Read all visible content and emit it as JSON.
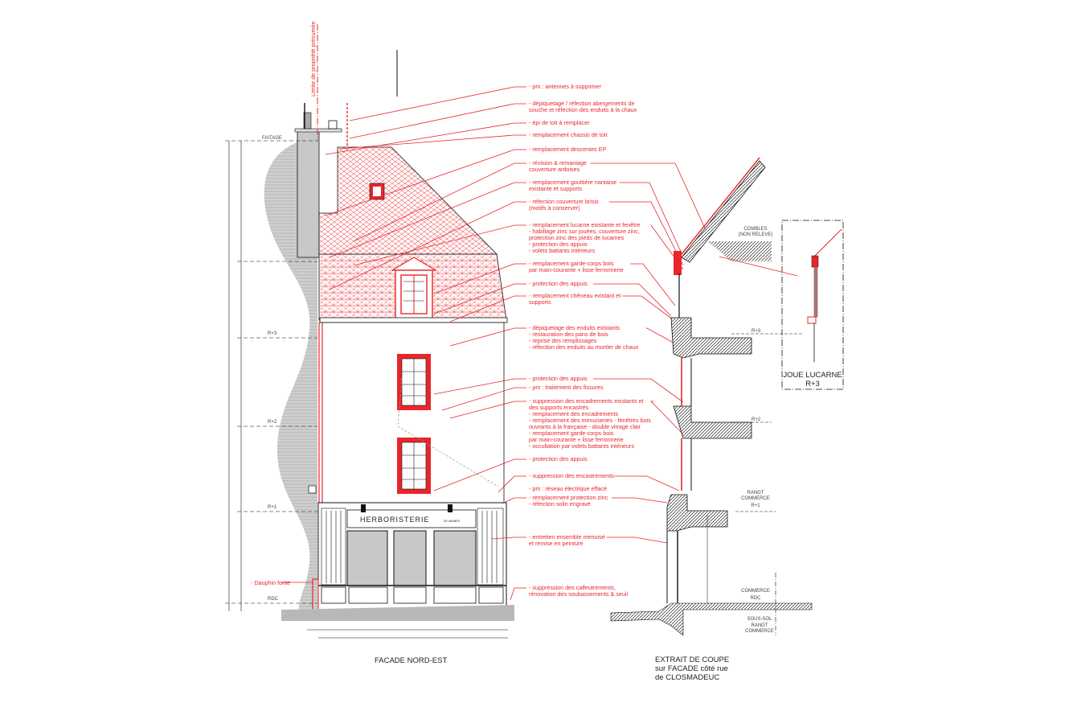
{
  "colors": {
    "accent": "#e8262b",
    "wall_gray": "#c8c8c8",
    "line": "#111111"
  },
  "elevation": {
    "title": "FACADE NORD-EST",
    "property_limit": "Limite de propriété présumée",
    "shop_sign": "HERBORISTERIE",
    "shop_sign_small": "DE VANNES",
    "dauphin": "- Dauphin fonte",
    "levels": {
      "ridge": "FAITAGE",
      "r3": "R+3",
      "r2": "R+2",
      "r1": "R+1",
      "rdc": "RDC"
    }
  },
  "annotations": [
    {
      "lines": [
        "- pm : antennes à supprimer"
      ]
    },
    {
      "lines": [
        "- dépiquetage / réfection abergements de",
        "souche et réfection des enduits à la chaux"
      ]
    },
    {
      "lines": [
        "- épi de toit à remplacer"
      ]
    },
    {
      "lines": [
        "- remplacement chassis de toit"
      ]
    },
    {
      "lines": [
        "- remplacement descentes EP"
      ]
    },
    {
      "lines": [
        "- révision & remaniage",
        "couverture ardoises"
      ]
    },
    {
      "lines": [
        "- remplacement gouttière nantaise",
        "existante et supports"
      ]
    },
    {
      "lines": [
        "- réfection couverture brisis",
        "(motifs à conserver)"
      ]
    },
    {
      "lines": [
        "- remplacement lucarne existante et fenêtre",
        "- habillage zinc sur jouées, couverture zinc,",
        "protection zinc des pieds de lucarnes",
        "- protection des appuis",
        "- volets battants intérieurs"
      ]
    },
    {
      "lines": [
        "- remplacement garde-corps bois",
        "par main-courante + lisse ferronnerie"
      ]
    },
    {
      "lines": [
        "- protection des appuis"
      ]
    },
    {
      "lines": [
        "- remplacement chêneau existant et",
        "supports"
      ]
    },
    {
      "lines": [
        "- dépiquetage des enduits existants",
        "- restauration des pans de bois",
        "- reprise des remplissages",
        "- réfection des enduits au mortier de chaux"
      ]
    },
    {
      "lines": [
        "- protection des appuis"
      ]
    },
    {
      "lines": [
        "- pm : traitement des fissures"
      ]
    },
    {
      "lines": [
        "- suppression des encadrements existants et",
        "des supports encastrés",
        "- remplacement des encadrements",
        "- remplacement des menuiseries - fenêtres bois",
        "ouvrants à la française - double vitrage clair",
        "- remplacement garde-corps bois",
        "par main-courante + lisse ferronnerie",
        "- occultation par volets battants intérieurs"
      ]
    },
    {
      "lines": [
        "- protection des appuis"
      ]
    },
    {
      "lines": [
        "- suppression des encastrements"
      ]
    },
    {
      "lines": [
        "- pm : réseau électrique effacé"
      ]
    },
    {
      "lines": [
        "- remplacement protection zinc",
        "- réfection solin engravé"
      ]
    },
    {
      "lines": [
        "- entretien ensemble menuisé",
        "et remise en peinture"
      ]
    },
    {
      "lines": [
        "- suppression des calfeutrements,",
        "rénovation des soubassements & seuil"
      ]
    }
  ],
  "section": {
    "title_lines": [
      "EXTRAIT DE COUPE",
      "sur FACADE côté rue",
      "de CLOSMADEUC"
    ],
    "combles": [
      "COMBLES",
      "(NON RELEVE)"
    ],
    "r3": "R+3",
    "r2": "R+2",
    "rangt_commerce": [
      "RANGT",
      "COMMERCE",
      "R+1"
    ],
    "commerce_rdc": [
      "COMMERCE",
      "RDC"
    ],
    "sous_sol": [
      "SOUS-SOL",
      "RANGT",
      "COMMERCE"
    ]
  },
  "detail": {
    "title_lines": [
      "JOUE LUCARNE",
      "R+3"
    ]
  }
}
